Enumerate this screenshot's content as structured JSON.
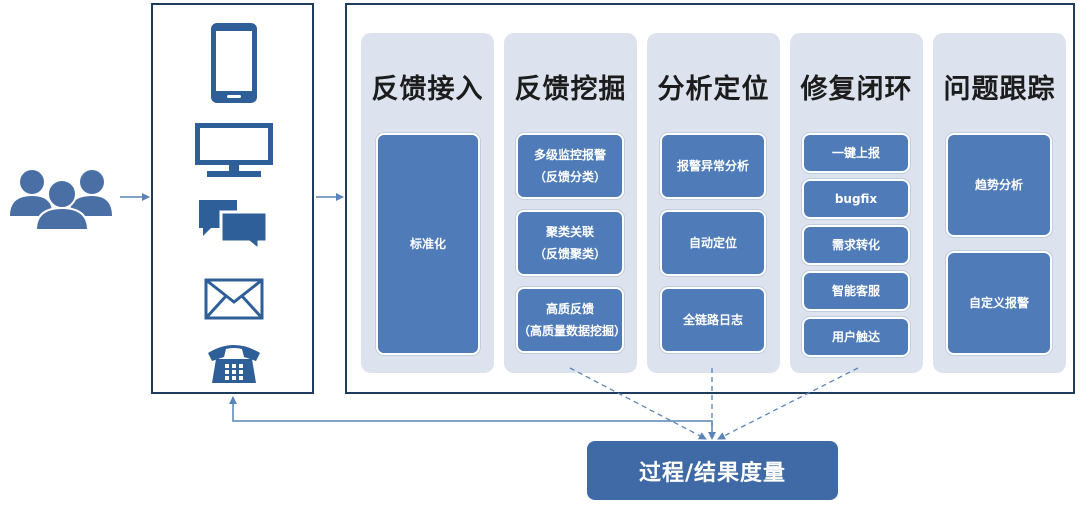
{
  "channels": {
    "icons": [
      "phone-icon",
      "monitor-icon",
      "chat-icon",
      "mail-icon",
      "telephone-icon"
    ]
  },
  "columns": [
    {
      "title": "反馈接入",
      "items": [
        [
          "标准化"
        ]
      ]
    },
    {
      "title": "反馈挖掘",
      "items": [
        [
          "多级监控报警",
          "（反馈分类）"
        ],
        [
          "聚类关联",
          "（反馈聚类）"
        ],
        [
          "高质反馈",
          "（高质量数据挖掘）"
        ]
      ]
    },
    {
      "title": "分析定位",
      "items": [
        [
          "报警异常分析"
        ],
        [
          "自动定位"
        ],
        [
          "全链路日志"
        ]
      ]
    },
    {
      "title": "修复闭环",
      "items": [
        [
          "一键上报"
        ],
        [
          "bugfix"
        ],
        [
          "需求转化"
        ],
        [
          "智能客服"
        ],
        [
          "用户触达"
        ]
      ]
    },
    {
      "title": "问题跟踪",
      "items": [
        [
          "趋势分析"
        ],
        [
          "自定义报警"
        ]
      ]
    }
  ],
  "result": {
    "label": "过程/结果度量"
  },
  "colors": {
    "primary": "#4f7cb8",
    "dark": "#1f3c5e",
    "column_bg": "#dde3ee",
    "line": "#5a84b8"
  }
}
